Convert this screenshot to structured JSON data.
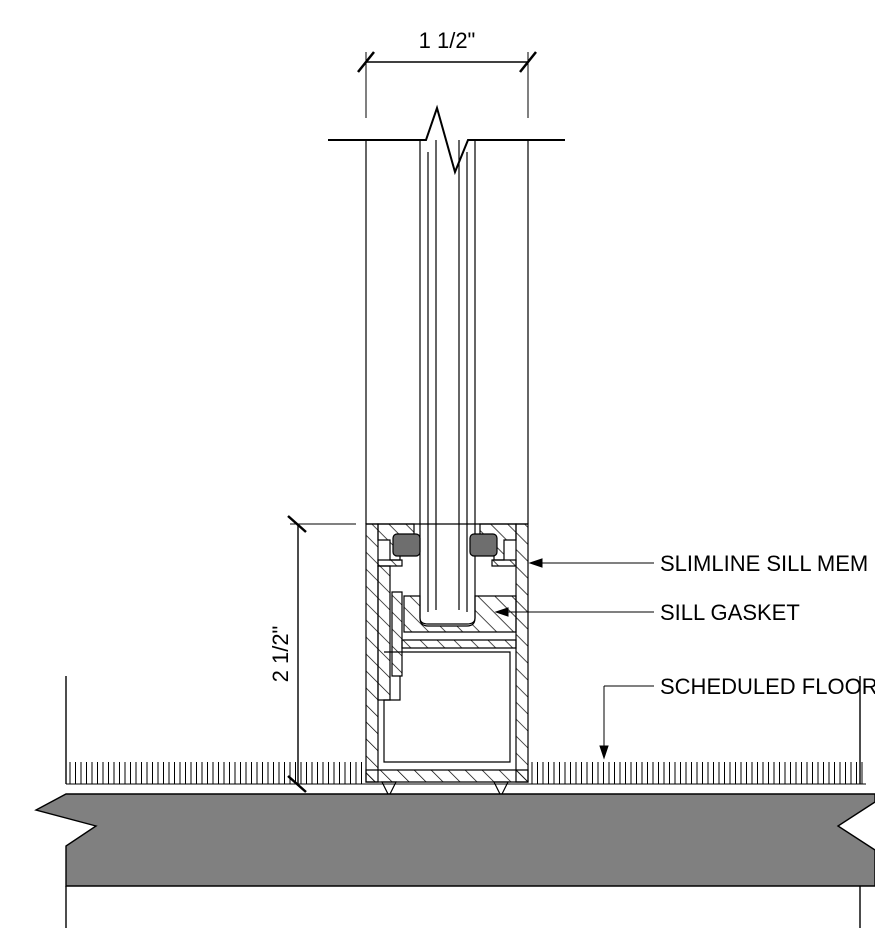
{
  "dimensions": {
    "width_label": "1 1/2\"",
    "height_label": "2 1/2\""
  },
  "callouts": {
    "sill_member": "SLIMLINE SILL MEM",
    "sill_gasket": "SILL GASKET",
    "floor": "SCHEDULED FLOOR"
  },
  "colors": {
    "floor_slab": "#808080",
    "glazing_block": "#6e6e6e",
    "linework": "#000000"
  }
}
